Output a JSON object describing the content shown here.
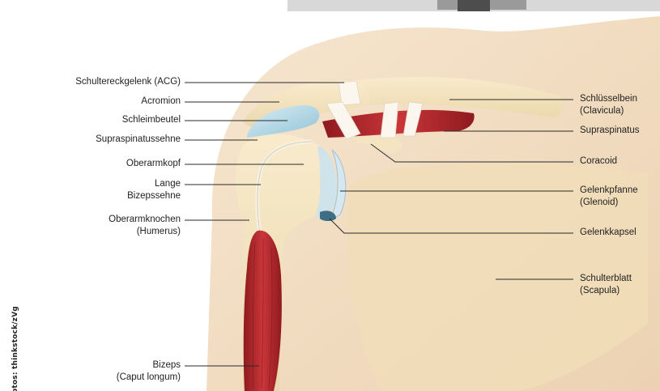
{
  "labels_left": [
    {
      "id": "acg",
      "lines": [
        "Schultereckgelenk (ACG)"
      ]
    },
    {
      "id": "acromion",
      "lines": [
        "Acromion"
      ]
    },
    {
      "id": "schleimbeutel",
      "lines": [
        "Schleimbeutel"
      ]
    },
    {
      "id": "supraspinatussehne",
      "lines": [
        "Supraspinatussehne"
      ]
    },
    {
      "id": "oberarmkopf",
      "lines": [
        "Oberarmkopf"
      ]
    },
    {
      "id": "bizepssehne",
      "lines": [
        "Lange",
        "Bizepssehne"
      ]
    },
    {
      "id": "humerus",
      "lines": [
        "Oberarmknochen",
        "(Humerus)"
      ]
    },
    {
      "id": "bizeps",
      "lines": [
        "Bizeps",
        "(Caput longum)"
      ]
    }
  ],
  "labels_right": [
    {
      "id": "clavicula",
      "lines": [
        "Schlüsselbein",
        "(Clavicula)"
      ]
    },
    {
      "id": "supraspinatus",
      "lines": [
        "Supraspinatus"
      ]
    },
    {
      "id": "coracoid",
      "lines": [
        "Coracoid"
      ]
    },
    {
      "id": "glenoid",
      "lines": [
        "Gelenkpfanne",
        "(Glenoid)"
      ]
    },
    {
      "id": "gelenkkapsel",
      "lines": [
        "Gelenkkapsel"
      ]
    },
    {
      "id": "scapula",
      "lines": [
        "Schulterblatt",
        "(Scapula)"
      ]
    }
  ],
  "credit": "otos: thinkstock/zVg",
  "colors": {
    "skin": "#f1dcc0",
    "bone": "#f3e3bf",
    "muscle": "#b3272b",
    "bursa": "#b9dce8",
    "leader": "#2a2a2a"
  }
}
